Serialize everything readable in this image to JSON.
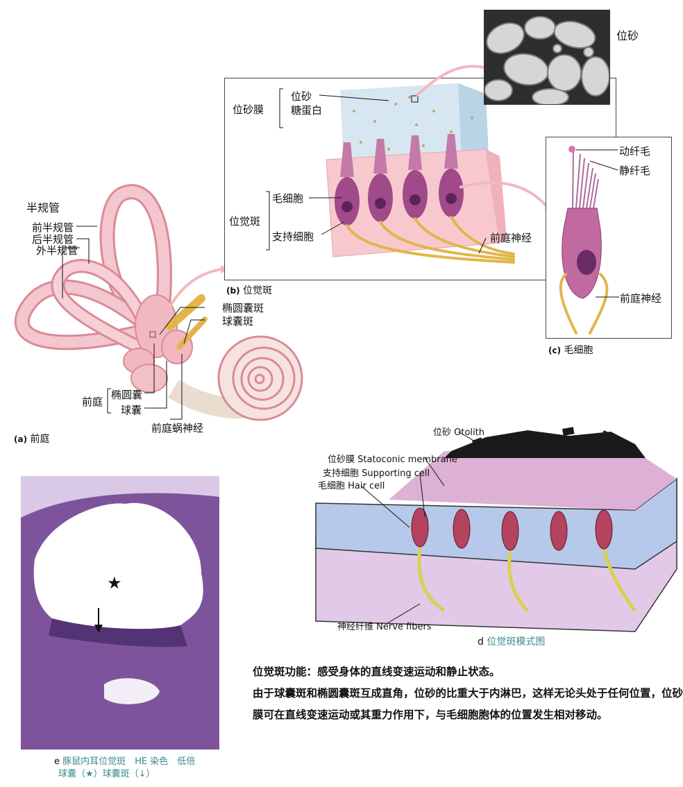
{
  "panel_a": {
    "caption_letter": "(a)",
    "caption_text": "前庭",
    "semicircular_title": "半规管",
    "anterior": "前半规管",
    "posterior": "后半规管",
    "lateral": "外半规管",
    "utricular_macula": "椭圆囊斑",
    "saccular_macula": "球囊斑",
    "vestibule": "前庭",
    "utricle": "椭圆囊",
    "saccule": "球囊",
    "nerve": "前庭蜗神经"
  },
  "panel_b": {
    "caption_letter": "(b)",
    "caption_text": "位觉斑",
    "otoconia": "位砂",
    "glycoprotein": "糖蛋白",
    "membrane": "位砂膜",
    "hair_cell": "毛细胞",
    "macula": "位觉斑",
    "supporting_cell": "支持细胞",
    "nerve": "前庭神经"
  },
  "panel_sem": {
    "label": "位砂"
  },
  "panel_c": {
    "caption_letter": "(c)",
    "caption_text": "毛细胞",
    "kinocilium": "动纤毛",
    "stereocilia": "静纤毛",
    "nerve": "前庭神经"
  },
  "panel_d": {
    "otolith": "位砂 Otolith",
    "membrane": "位砂膜 Statoconic membrane",
    "supporting": "支持细胞 Supporting cell",
    "hair_cell": "毛细胞 Hair cell",
    "nerve_fibers": "神经纤维 Nerve fibers",
    "caption_letter": "d",
    "caption_text": "位觉斑模式图"
  },
  "panel_e": {
    "caption_letter": "e",
    "caption_line1": "豚鼠内耳位觉斑　HE 染色　低倍",
    "caption_line2": "球囊（★）球囊斑（↓）",
    "star": "★"
  },
  "text": {
    "function": "位觉斑功能：感受身体的直线变速运动和静止状态。",
    "explanation": "由于球囊斑和椭圆囊斑互成直角，位砂的比重大于内淋巴，这样无论头处于任何位置，位砂膜可在直线变速运动或其重力作用下，与毛细胞胞体的位置发生相对移动。"
  },
  "colors": {
    "labyrinth_pink": "#f2b8c0",
    "labyrinth_edge": "#d98a98",
    "hair_cell_purple": "#a04a8a",
    "nerve_yellow": "#e2b54c",
    "he_purple": "#6a3f8a",
    "caption_teal": "#3b8a8f"
  }
}
